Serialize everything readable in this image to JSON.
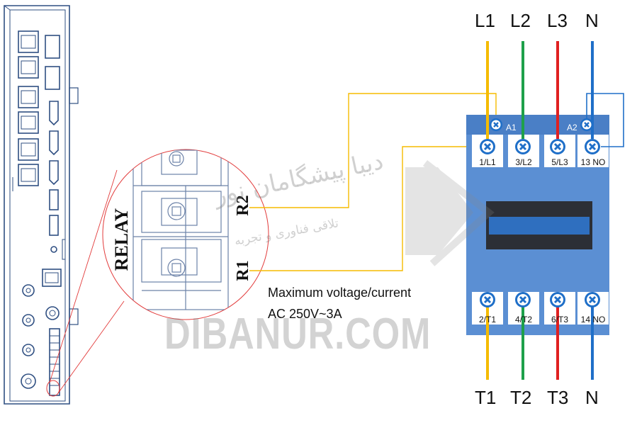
{
  "supply_labels": [
    "L1",
    "L2",
    "L3",
    "N"
  ],
  "output_labels": [
    "T1",
    "T2",
    "T3",
    "N"
  ],
  "contactor": {
    "coil_labels": [
      "A1",
      "A2"
    ],
    "top_terminals": [
      "1/L1",
      "3/L2",
      "5/L3",
      "13 NO"
    ],
    "bottom_terminals": [
      "2/T1",
      "4/T2",
      "6/T3",
      "14 NO"
    ],
    "body_color": "#5b8fd3",
    "window_color": "#2f6fbf"
  },
  "relay": {
    "title": "RELAY",
    "terminals": [
      "R2",
      "R1"
    ]
  },
  "note": {
    "line1": "Maximum voltage/current",
    "line2": "AC 250V~3A"
  },
  "wire_colors": {
    "L1": "#f5bb00",
    "L2": "#1ea04a",
    "L3": "#e02020",
    "N": "#1f6fc8",
    "control": "#f5bb00"
  },
  "watermark": {
    "latin": "DIBANUR.COM",
    "persian_title": "دیبا پیشگامان نور",
    "persian_sub": "تلاقی فناوری و تجربه"
  }
}
